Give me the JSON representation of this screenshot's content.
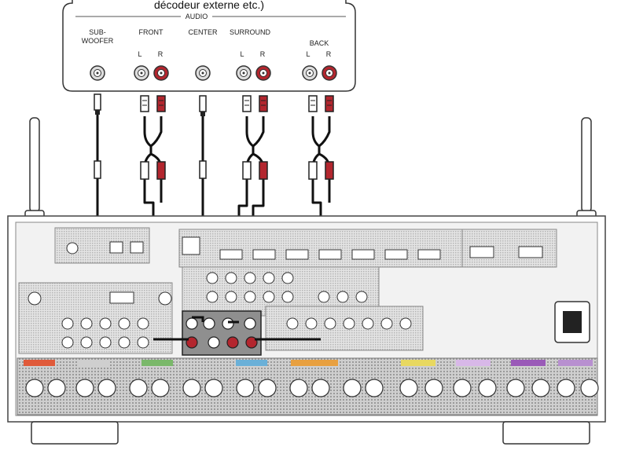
{
  "device_box": {
    "top_text": "décodeur externe etc.)",
    "group_label": "AUDIO",
    "channels": [
      {
        "label1": "SUB-",
        "label2": "WOOFER",
        "jacks": [
          "mono"
        ]
      },
      {
        "label1": "FRONT",
        "label2": "",
        "sides": [
          "L",
          "R"
        ],
        "jacks": [
          "white",
          "red"
        ]
      },
      {
        "label1": "CENTER",
        "label2": "",
        "jacks": [
          "mono"
        ]
      },
      {
        "label1": "SURROUND",
        "label2": "",
        "sides": [
          "L",
          "R"
        ],
        "jacks": [
          "white",
          "red"
        ]
      },
      {
        "label1": "BACK",
        "label2": "",
        "sides": [
          "L",
          "R"
        ],
        "jacks": [
          "white",
          "red"
        ]
      }
    ]
  },
  "colors": {
    "red_plug": "#b3262e",
    "white_plug": "#ffffff",
    "outline": "#222222",
    "panel_grey": "#d9d9d9",
    "cable": "#111111"
  },
  "icons": [
    "rca-jack-icon",
    "rca-plug-icon",
    "antenna-icon",
    "power-inlet-icon",
    "speaker-terminal-icon"
  ]
}
